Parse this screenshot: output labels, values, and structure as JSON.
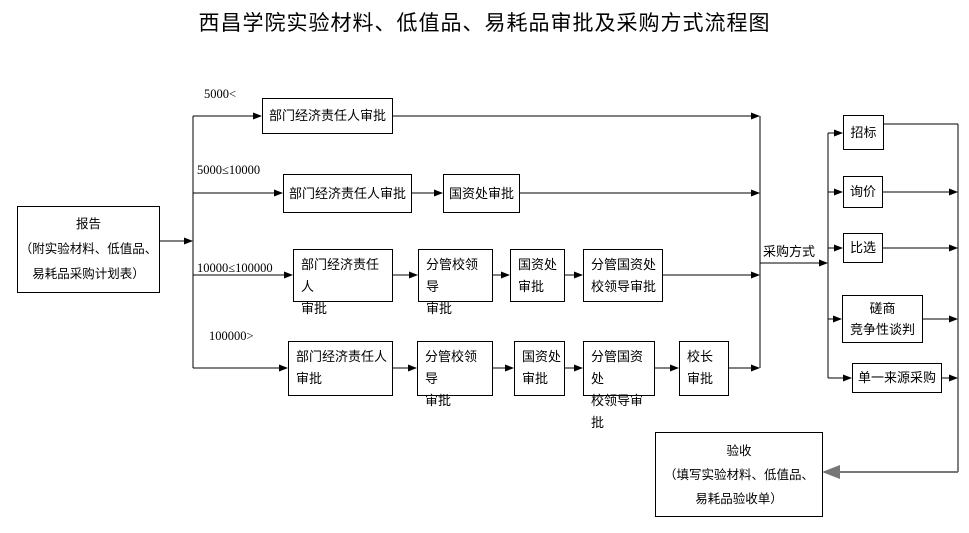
{
  "flow": {
    "title": "西昌学院实验材料、低值品、易耗品审批及采购方式流程图",
    "report": "报告\n（附实验材料、低值品、\n易耗品采购计划表）",
    "tiers": [
      {
        "label": "5000<",
        "steps": [
          "部门经济责任人审批"
        ]
      },
      {
        "label": "5000≤10000",
        "steps": [
          "部门经济责任人审批",
          "国资处审批"
        ]
      },
      {
        "label": "10000≤100000",
        "steps": [
          "部门经济责任人\n审批",
          "分管校领导\n审批",
          "国资处\n审批",
          "分管国资处\n校领导审批"
        ]
      },
      {
        "label": "100000>",
        "steps": [
          "部门经济责任人\n审批",
          "分管校领导\n审批",
          "国资处\n审批",
          "分管国资处\n校领导审批",
          "校长\n审批"
        ]
      }
    ],
    "procurement_label": "采购方式",
    "methods": [
      "招标",
      "询价",
      "比选",
      "磋商\n竞争性谈判",
      "单一来源采购"
    ],
    "acceptance": "验收\n（填写实验材料、低值品、\n易耗品验收单）",
    "colors": {
      "line": "#000000",
      "accept_arrow": "#777777",
      "background": "#ffffff"
    }
  }
}
